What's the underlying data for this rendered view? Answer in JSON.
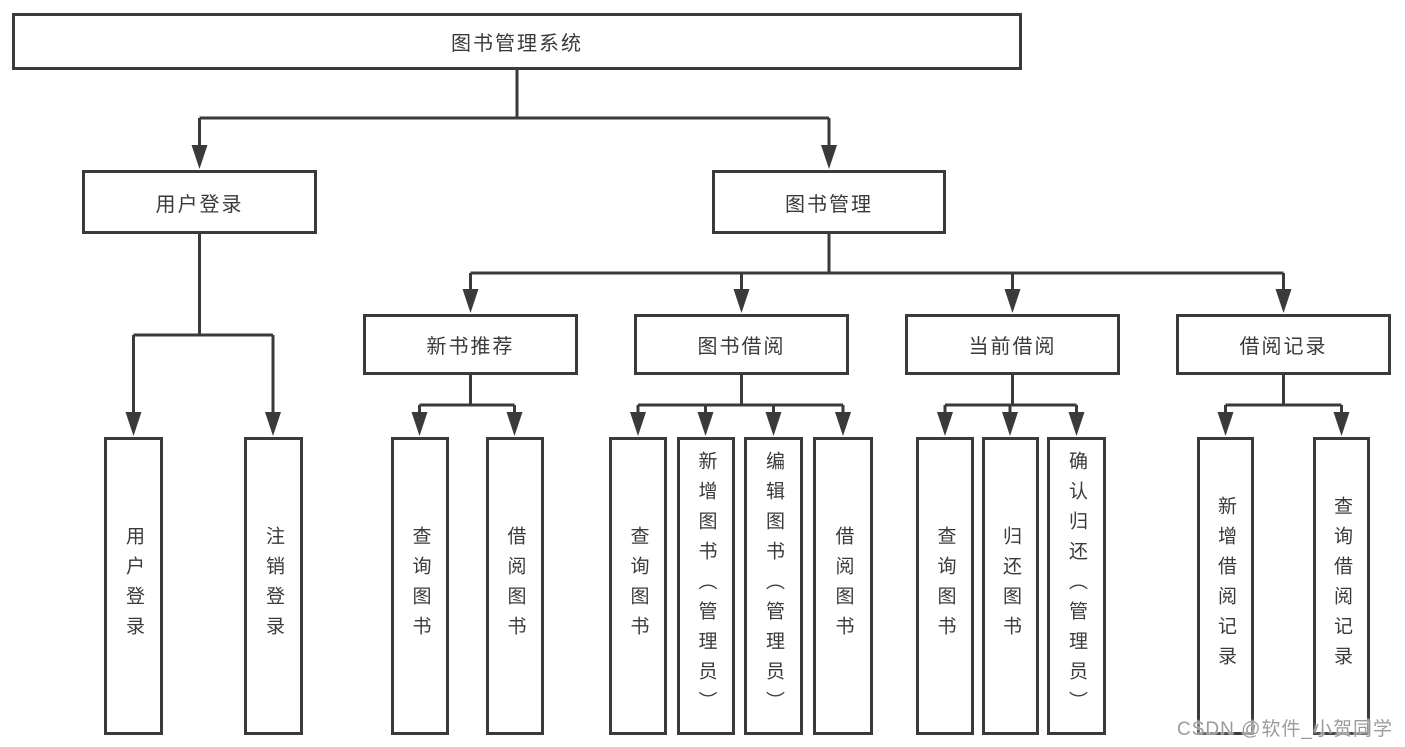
{
  "diagram_type": "hierarchy-tree",
  "colors": {
    "line": "#3a3a3a",
    "text": "#3a3a3a",
    "box_fill": "#ffffff",
    "watermark_text": "#9b9b9b"
  },
  "watermark": {
    "label": "CSDN @软件_小贺同学"
  },
  "tree": {
    "label": "图书管理系统",
    "children": [
      {
        "label": "用户登录",
        "children": [
          {
            "label": "用户登录"
          },
          {
            "label": "注销登录"
          }
        ]
      },
      {
        "label": "图书管理",
        "children": [
          {
            "label": "新书推荐",
            "children": [
              {
                "label": "查询图书"
              },
              {
                "label": "借阅图书"
              }
            ]
          },
          {
            "label": "图书借阅",
            "children": [
              {
                "label": "查询图书"
              },
              {
                "label": "新增图书（管理员）"
              },
              {
                "label": "编辑图书（管理员）"
              },
              {
                "label": "借阅图书"
              }
            ]
          },
          {
            "label": "当前借阅",
            "children": [
              {
                "label": "查询图书"
              },
              {
                "label": "归还图书"
              },
              {
                "label": "确认归还（管理员）"
              }
            ]
          },
          {
            "label": "借阅记录",
            "children": [
              {
                "label": "新增借阅记录"
              },
              {
                "label": "查询借阅记录"
              }
            ]
          }
        ]
      }
    ]
  }
}
